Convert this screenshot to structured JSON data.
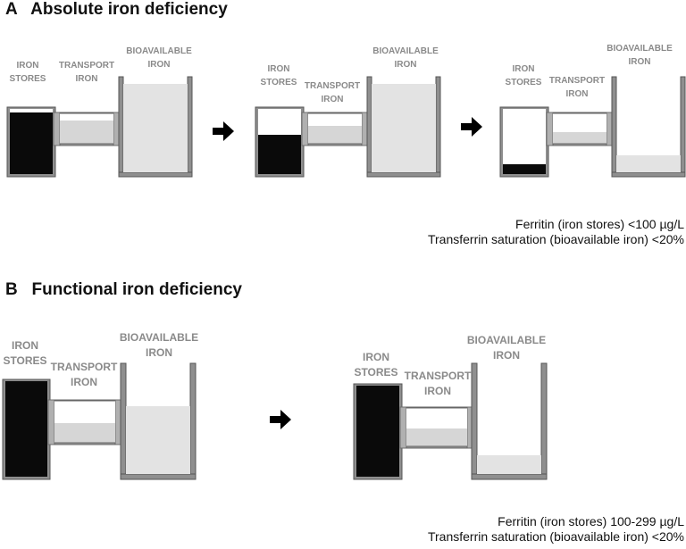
{
  "panels": [
    {
      "title": "A   Absolute iron deficiency",
      "label_stores": [
        "IRON",
        "STORES"
      ],
      "label_transport": [
        "TRANSPORT",
        "IRON"
      ],
      "label_bioavailable": [
        "BIOAVAILABLE",
        "IRON"
      ],
      "states": [
        {
          "stores_level": 0.94,
          "transport_level": 0.8,
          "bioavailable_level": 0.94
        },
        {
          "stores_level": 0.6,
          "transport_level": 0.62,
          "bioavailable_level": 0.94
        },
        {
          "stores_level": 0.15,
          "transport_level": 0.4,
          "bioavailable_level": 0.18
        }
      ],
      "caption": [
        "Ferritin (iron stores) <100 µg/L",
        "Transferrin saturation (bioavailable iron) <20%"
      ]
    },
    {
      "title": "B   Functional iron deficiency",
      "label_stores": [
        "IRON",
        "STORES"
      ],
      "label_transport": [
        "TRANSPORT",
        "IRON"
      ],
      "label_bioavailable": [
        "BIOAVAILABLE",
        "IRON"
      ],
      "states": [
        {
          "stores_level": 1.0,
          "transport_level": 0.48,
          "bioavailable_level": 0.62
        },
        {
          "stores_level": 1.0,
          "transport_level": 0.48,
          "bioavailable_level": 0.17
        }
      ],
      "caption": [
        "Ferritin (iron stores) 100-299 µg/L",
        "Transferrin saturation (bioavailable iron) <20%"
      ]
    }
  ],
  "colors": {
    "black_fill": "#0a0a0a",
    "light_fill": "#e3e3e3",
    "wall": "#8f8f8f"
  },
  "icons": {
    "arrow": "right-arrow-icon"
  }
}
